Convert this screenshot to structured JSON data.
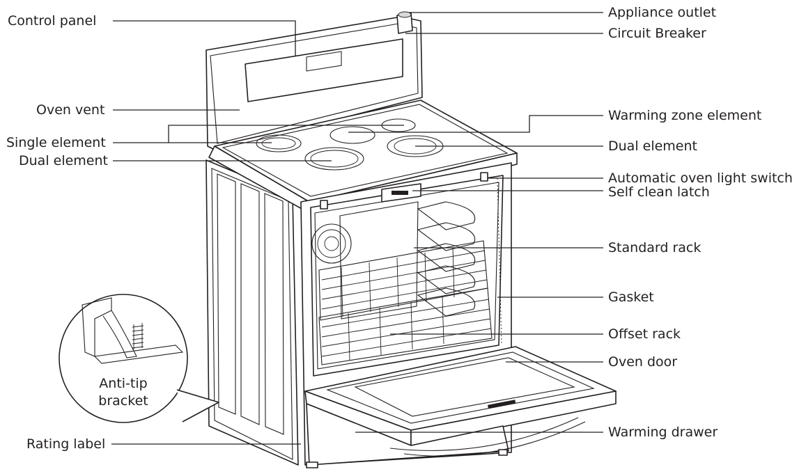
{
  "labels": {
    "control_panel": "Control panel",
    "oven_vent": "Oven vent",
    "single_element": "Single element",
    "dual_element_left": "Dual element",
    "rating_label": "Rating label",
    "appliance_outlet": "Appliance outlet",
    "circuit_breaker": "Circuit Breaker",
    "warming_zone_element": "Warming zone element",
    "dual_element_right": "Dual element",
    "automatic_oven_light_switch": "Automatic oven light switch",
    "self_clean_latch": "Self clean latch",
    "standard_rack": "Standard rack",
    "gasket": "Gasket",
    "offset_rack": "Offset rack",
    "oven_door": "Oven door",
    "warming_drawer": "Warming drawer",
    "anti_tip_line1": "Anti-tip",
    "anti_tip_line2": "bracket"
  },
  "colors": {
    "ink": "#231f20",
    "background": "#ffffff"
  }
}
